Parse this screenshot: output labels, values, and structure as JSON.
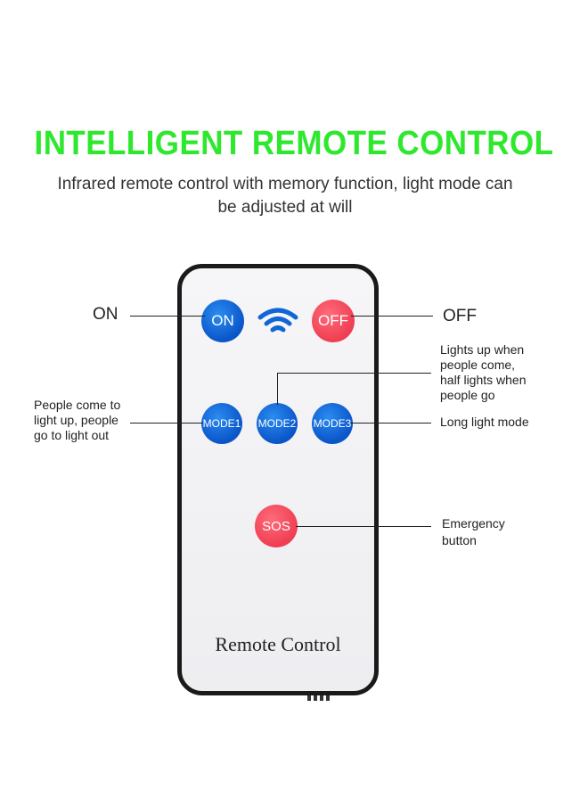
{
  "header": {
    "title": "INTELLIGENT REMOTE CONTROL",
    "subtitle": "Infrared remote control with memory function, light mode can be adjusted at will"
  },
  "remote": {
    "label": "Remote Control",
    "buttons": {
      "on": "ON",
      "off": "OFF",
      "mode1": "MODE1",
      "mode2": "MODE2",
      "mode3": "MODE3",
      "sos": "SOS"
    },
    "signal_icon": "wifi-signal-icon"
  },
  "callouts": {
    "on": "ON",
    "off": "OFF",
    "mode1": "People come to light up, people go to light out",
    "mode2": "Lights up when people come, half lights when people go",
    "mode3": "Long light mode",
    "sos": "Emergency button"
  },
  "colors": {
    "title": "#2ee82e",
    "blue_button": "#0a55c9",
    "red_button": "#ef3e52"
  }
}
